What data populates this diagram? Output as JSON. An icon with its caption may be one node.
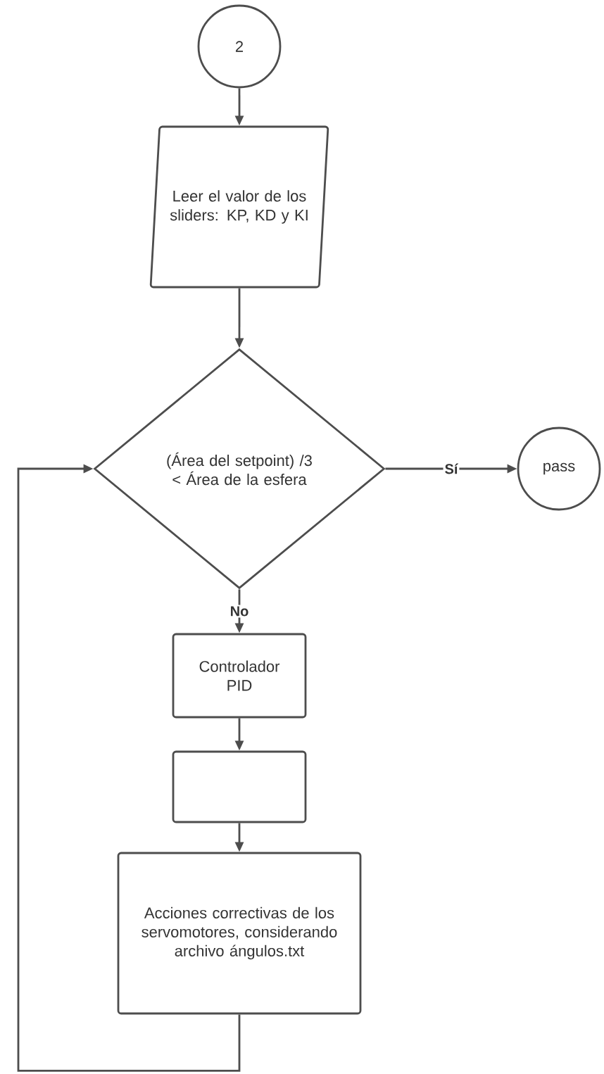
{
  "diagram": {
    "nodes": [
      {
        "text": [
          "2"
        ]
      },
      {
        "text": [
          "Leer el valor de los sliders: KP, KD y KI"
        ]
      },
      {
        "text": [
          "(Área del setpoint) /3 <  Área de la esfera"
        ]
      },
      {
        "text": [
          "pass"
        ]
      },
      {
        "text": [
          "Controlador PID"
        ]
      },
      {
        "text": [],
        "shape": "box"
      },
      {
        "text": [
          "Acciones correctivas de los servomotores, considerando archivo ángulos.txt"
        ]
      }
    ],
    "edges": [
      {
        "from": 0,
        "to": 1,
        "arrow": "to"
      },
      {
        "from": 1,
        "to": 2,
        "arrow": "to"
      },
      {
        "from": 2,
        "to": 3,
        "arrow": "to",
        "label": "Sí"
      },
      {
        "from": 2,
        "to": 4,
        "arrow": "to",
        "label": "No"
      },
      {
        "from": 4,
        "to": 5,
        "arrow": "to"
      },
      {
        "from": 5,
        "to": 6,
        "arrow": "to"
      },
      {
        "from": 6,
        "to": 2,
        "arrow": "to"
      }
    ]
  }
}
